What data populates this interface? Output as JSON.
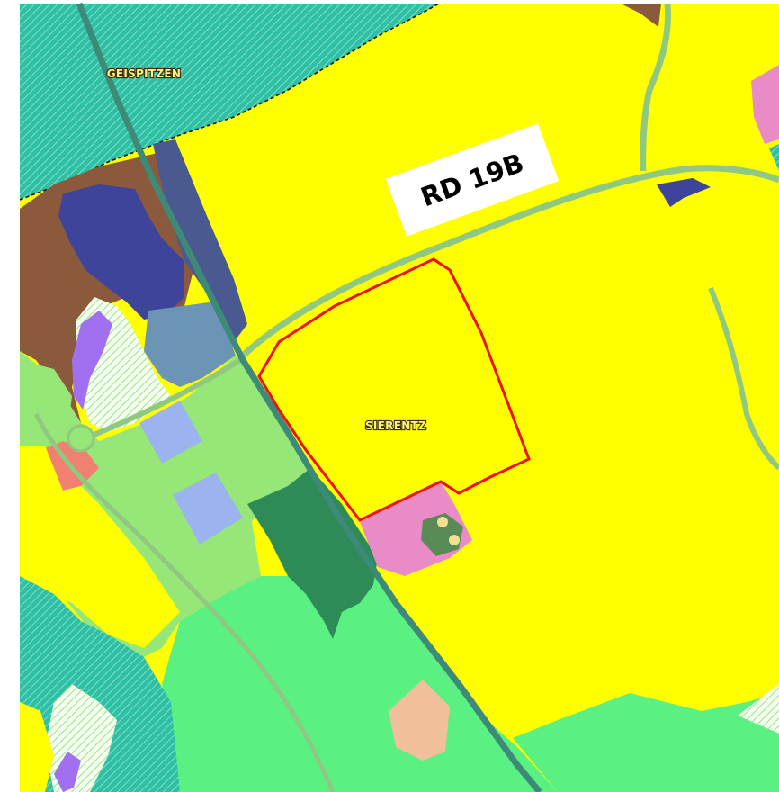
{
  "map": {
    "place_labels": [
      "GEISPITZEN",
      "SIERENTZ"
    ],
    "road_label": "RD 19B",
    "colors": {
      "page_margin": "#ffffff",
      "agricultural": "#ffff00",
      "forest_hatched": "#2ebfa5",
      "hatch_lines": "#7fe0c8",
      "light_green": "#96e678",
      "bright_green": "#5af082",
      "dark_green": "#2e8b57",
      "brown": "#8b5a3c",
      "navy": "#3d4499",
      "blue_gray": "#6b94b5",
      "steel_blue": "#4a5a90",
      "periwinkle": "#9bb3ef",
      "pink": "#e88bc7",
      "salmon": "#f08070",
      "peach": "#f0c09a",
      "violet": "#a070f0",
      "road": "#8fc880",
      "railway": "#3d8a78",
      "boundary": "#ee1111",
      "label_box": "#ffffff"
    }
  }
}
